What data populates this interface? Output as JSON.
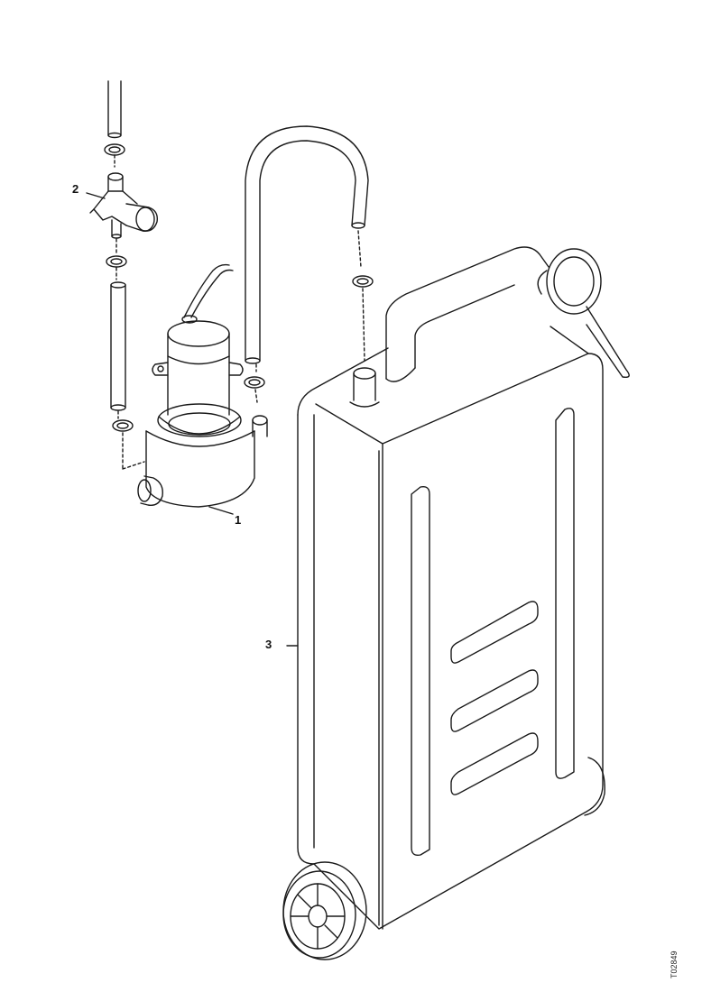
{
  "callouts": {
    "pump": "1",
    "tee_connector": "2",
    "water_tank": "3"
  },
  "reference_code": "T02849",
  "colors": {
    "line": "#1a1a1a",
    "background": "#ffffff"
  }
}
